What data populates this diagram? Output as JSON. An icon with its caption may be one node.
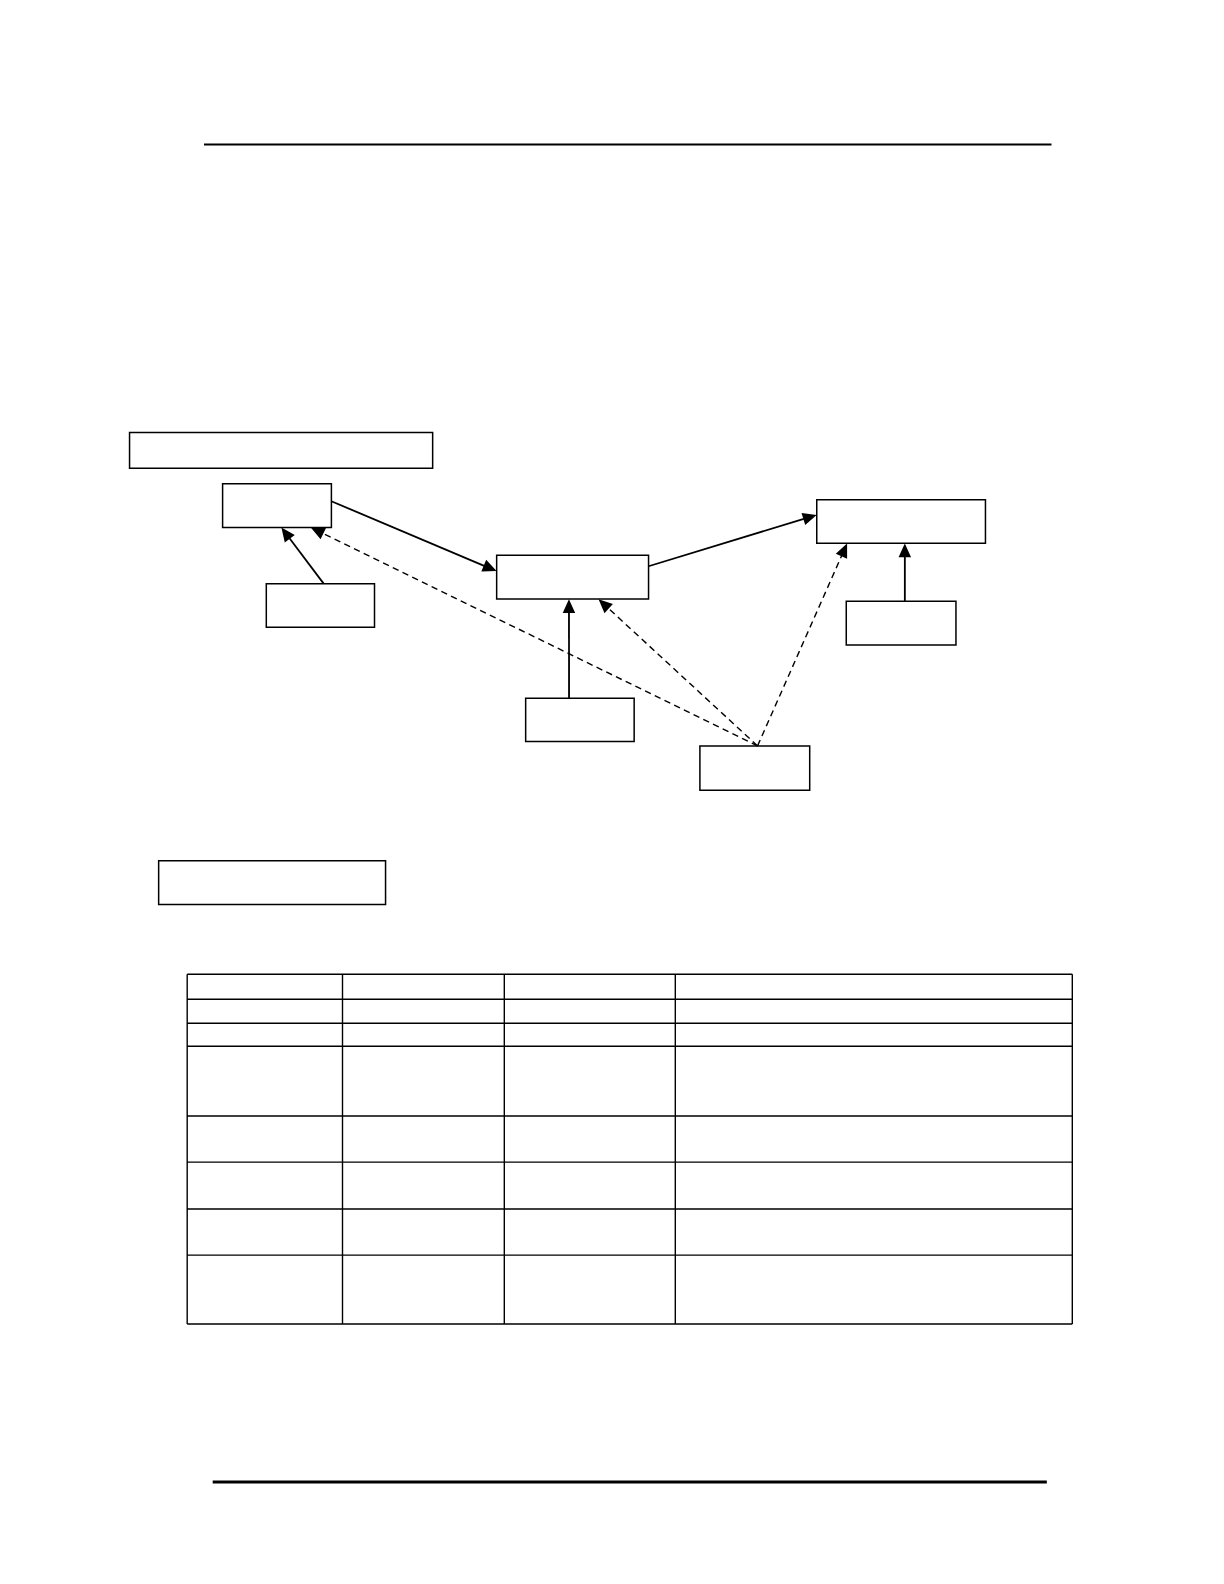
{
  "diagram": {
    "nodes": [
      {
        "text": [],
        "shape": "box"
      },
      {
        "text": [],
        "shape": "box"
      },
      {
        "text": [],
        "shape": "box"
      },
      {
        "text": [],
        "shape": "box"
      },
      {
        "text": [],
        "shape": "box"
      },
      {
        "text": [],
        "shape": "box"
      },
      {
        "text": [],
        "shape": "box"
      },
      {
        "text": [],
        "shape": "box"
      },
      {
        "text": [],
        "shape": "box"
      }
    ],
    "edges": [
      {
        "from": 1,
        "to": 3,
        "arrow": "to"
      },
      {
        "from": 3,
        "to": 2,
        "arrow": "to"
      },
      {
        "from": 4,
        "to": 1,
        "arrow": "to"
      },
      {
        "from": 6,
        "to": 3,
        "arrow": "to"
      },
      {
        "from": 5,
        "to": 2,
        "arrow": "to"
      },
      {
        "from": 7,
        "to": 1,
        "arrow": "to",
        "style": "dashed"
      },
      {
        "from": 7,
        "to": 3,
        "arrow": "to",
        "style": "dashed"
      },
      {
        "from": 7,
        "to": 2,
        "arrow": "to",
        "style": "dashed"
      }
    ]
  }
}
